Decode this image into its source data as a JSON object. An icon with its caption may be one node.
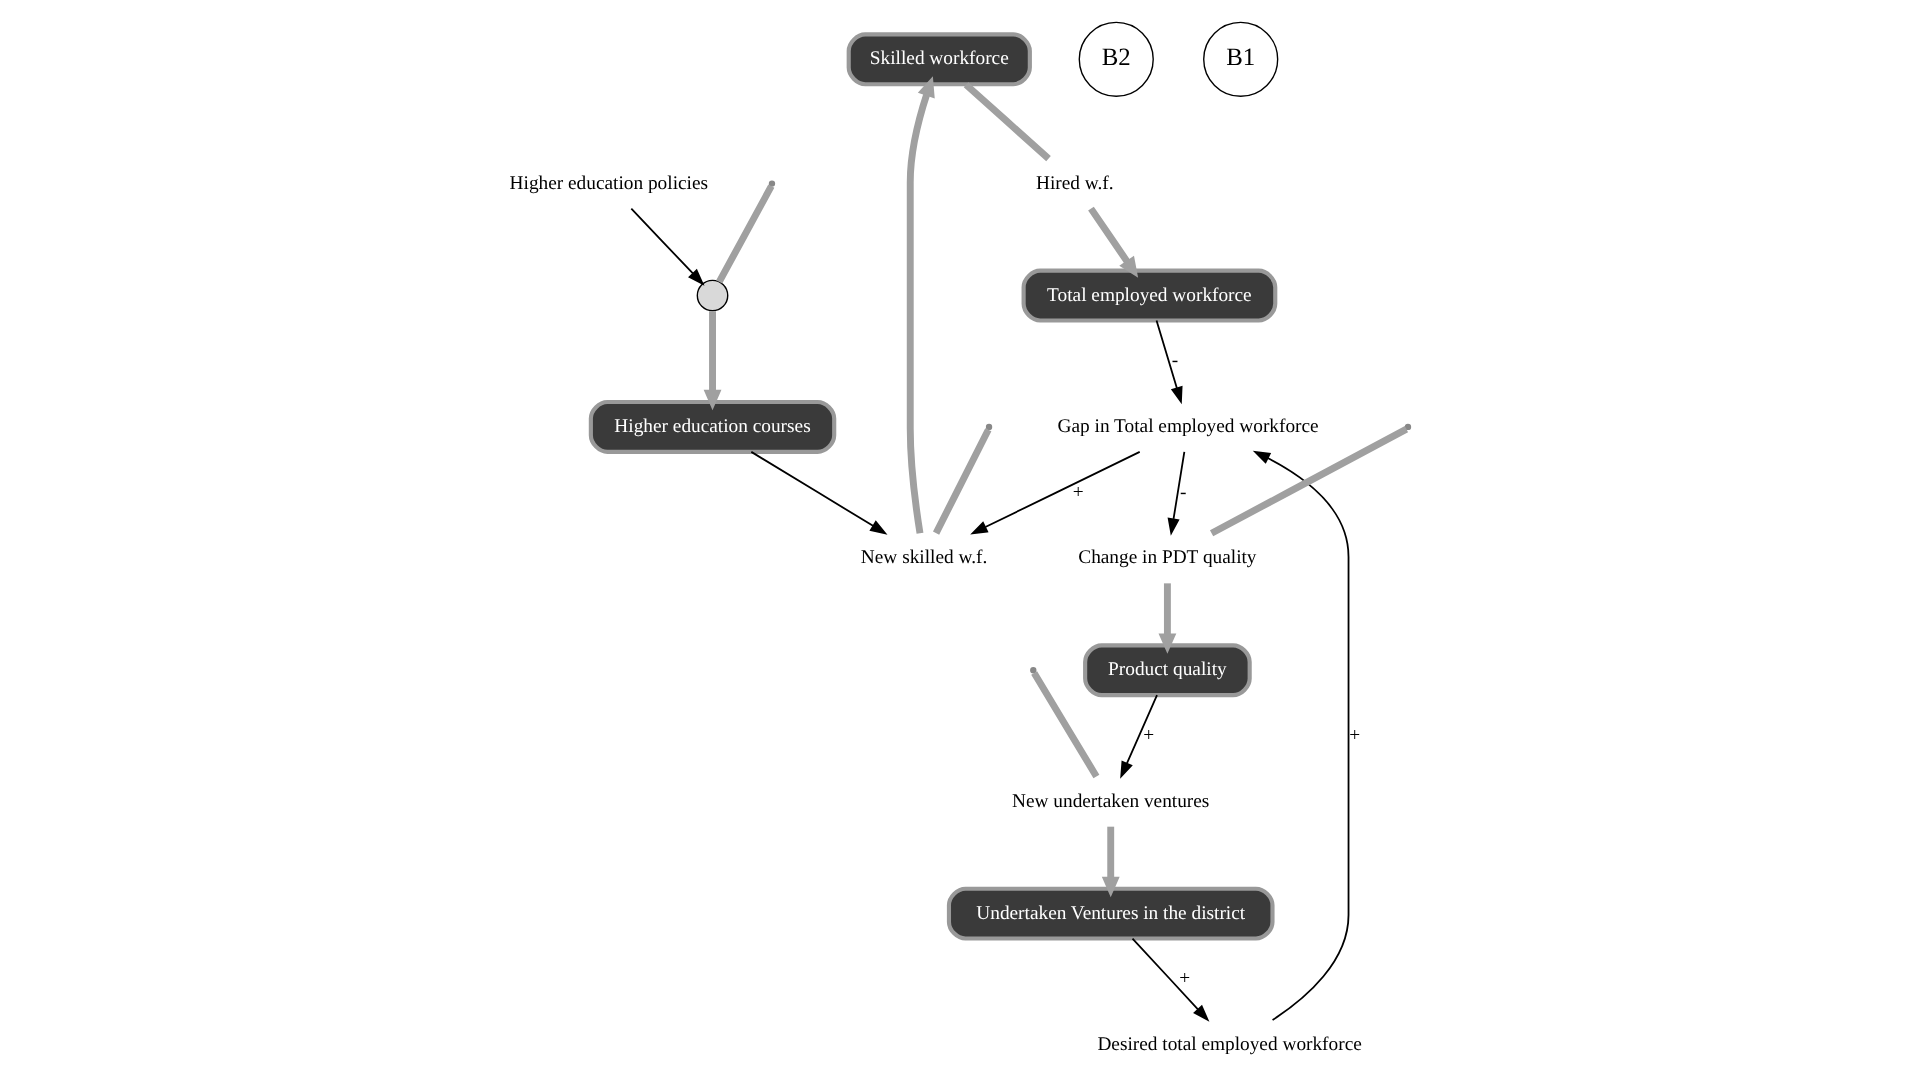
{
  "diagram": {
    "nodes": [
      {
        "text": [
          "Skilled workforce"
        ]
      },
      {
        "text": [
          "Total employed workforce"
        ]
      },
      {
        "text": [
          "Higher education courses"
        ]
      },
      {
        "text": [
          "Product quality"
        ]
      },
      {
        "text": [
          "Undertaken Ventures in the district"
        ]
      },
      {
        "text": [
          "New skilled w.f."
        ]
      },
      {
        "text": [
          "Hired w.f."
        ]
      },
      {
        "text": [
          "Gap in Total employed workforce"
        ]
      },
      {
        "text": [
          "Desired total employed workforce"
        ]
      },
      {
        "text": [
          "Higher education policies"
        ]
      },
      {
        "text": [
          "Change in PDT quality"
        ]
      },
      {
        "text": [
          "New undertaken ventures"
        ]
      },
      {
        "text": [],
        "shape": "circle"
      }
    ],
    "edges": [
      {
        "from": null,
        "to": 5,
        "arrow": "none"
      },
      {
        "from": 5,
        "to": 0,
        "arrow": "to"
      },
      {
        "from": 0,
        "to": 6,
        "arrow": "none"
      },
      {
        "from": 6,
        "to": 1,
        "arrow": "to"
      },
      {
        "from": null,
        "to": 12,
        "arrow": "none"
      },
      {
        "from": 12,
        "to": 2,
        "arrow": "to"
      },
      {
        "from": null,
        "to": 10,
        "arrow": "none"
      },
      {
        "from": 10,
        "to": 3,
        "arrow": "to"
      },
      {
        "from": null,
        "to": 11,
        "arrow": "none"
      },
      {
        "from": 11,
        "to": 4,
        "arrow": "to"
      },
      {
        "from": 1,
        "to": 7,
        "arrow": "to",
        "label": "-",
        "color": "#000000"
      },
      {
        "from": 7,
        "to": 5,
        "arrow": "to",
        "label": "+",
        "color": "#000000"
      },
      {
        "from": 2,
        "to": 5,
        "arrow": "to",
        "color": "#000000"
      },
      {
        "from": 7,
        "to": 10,
        "arrow": "to",
        "label": "-",
        "color": "#000000"
      },
      {
        "from": 3,
        "to": 11,
        "arrow": "to",
        "label": "+",
        "color": "#000000"
      },
      {
        "from": 4,
        "to": 8,
        "arrow": "to",
        "label": "+",
        "color": "#000000"
      },
      {
        "from": 8,
        "to": 7,
        "arrow": "to",
        "label": "+",
        "color": "#000000"
      },
      {
        "from": 9,
        "to": 12,
        "arrow": "to",
        "color": "#000000"
      }
    ],
    "labels": [
      "B2",
      "B1"
    ]
  }
}
